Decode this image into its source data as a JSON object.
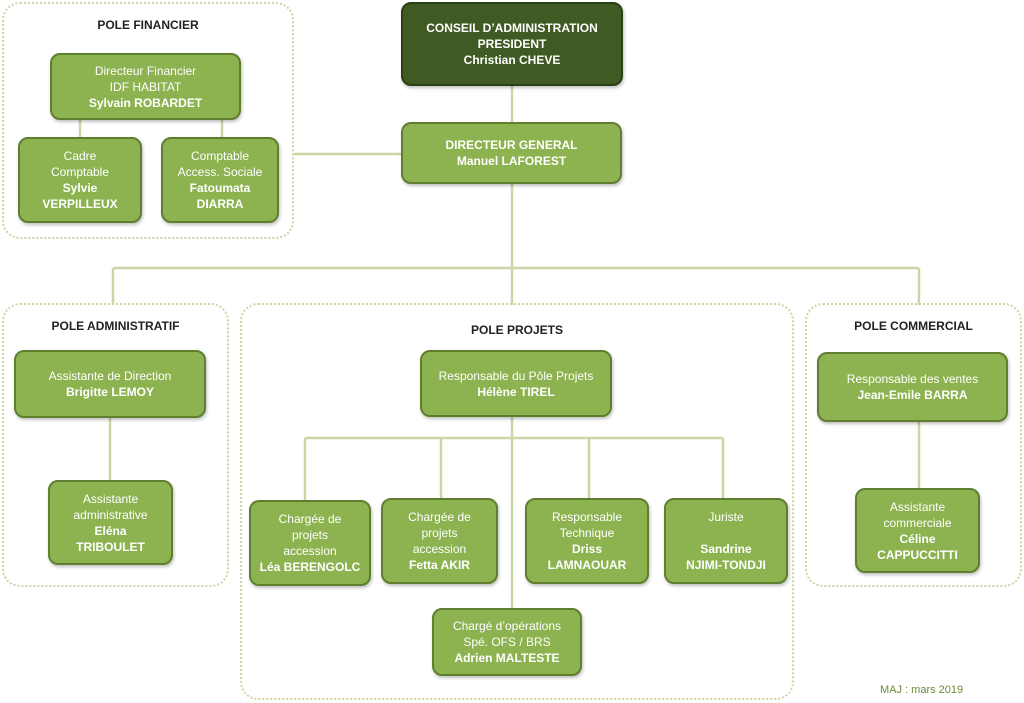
{
  "poles": {
    "financier": "POLE FINANCIER",
    "administratif": "POLE ADMINISTRATIF",
    "projets": "POLE PROJETS",
    "commercial": "POLE COMMERCIAL"
  },
  "conseil": {
    "line1": "CONSEIL D’ADMINISTRATION",
    "line2": "PRESIDENT",
    "name": "Christian CHEVE"
  },
  "dg": {
    "title": "DIRECTEUR GENERAL",
    "name": "Manuel LAFOREST"
  },
  "dir_fin": {
    "line1": "Directeur Financier",
    "line2": "IDF HABITAT",
    "name": "Sylvain ROBARDET"
  },
  "cadre": {
    "line1": "Cadre",
    "line2": "Comptable",
    "name1": "Sylvie",
    "name2": "VERPILLEUX"
  },
  "comptable": {
    "line1": "Comptable",
    "line2": "Access. Sociale",
    "name1": "Fatoumata",
    "name2": "DIARRA"
  },
  "asst_dir": {
    "title": "Assistante de Direction",
    "name": "Brigitte LEMOY"
  },
  "asst_adm": {
    "line1": "Assistante",
    "line2": "administrative",
    "name1": "Eléna",
    "name2": "TRIBOULET"
  },
  "resp_proj": {
    "title": "Responsable du Pôle Projets",
    "name": "Hélène TIREL"
  },
  "charge1": {
    "line1": "Chargée de",
    "line2": "projets",
    "line3": "accession",
    "name": "Léa BERENGOLC"
  },
  "charge2": {
    "line1": "Chargée de",
    "line2": "projets",
    "line3": "accession",
    "name": "Fetta AKIR"
  },
  "resp_tech": {
    "line1": "Responsable",
    "line2": "Technique",
    "name1": "Driss",
    "name2": "LAMNAOUAR"
  },
  "juriste": {
    "title": "Juriste",
    "name1": "Sandrine",
    "name2": "NJIMI-TONDJI"
  },
  "charge_op": {
    "line1": "Chargé d’opérations",
    "line2": "Spé. OFS / BRS",
    "name": "Adrien MALTESTE"
  },
  "resp_ventes": {
    "title": "Responsable des  ventes",
    "name": "Jean-Emile BARRA"
  },
  "asst_com": {
    "line1": "Assistante",
    "line2": "commerciale",
    "name1": "Céline",
    "name2": "CAPPUCCITTI"
  },
  "footer": {
    "maj": "MAJ : mars 2019"
  },
  "colors": {
    "node": "#8db351",
    "node_border": "#5f7f2e",
    "dark_node": "#3f5a22",
    "line": "#c9d7a6"
  }
}
